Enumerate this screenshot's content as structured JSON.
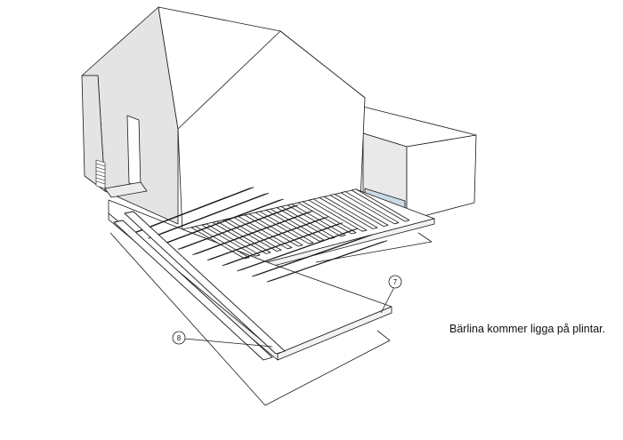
{
  "colors": {
    "stroke": "#1a1a1a",
    "wall_light": "#ffffff",
    "wall_shade": "#e6e6e6",
    "wall_dark": "#d9d9d9",
    "board": "#ffffff",
    "accent_blue": "#c8dbe6"
  },
  "callouts": [
    {
      "number": "7"
    },
    {
      "number": "8"
    }
  ],
  "note": {
    "text": "Bärlina kommer ligga på plintar."
  }
}
